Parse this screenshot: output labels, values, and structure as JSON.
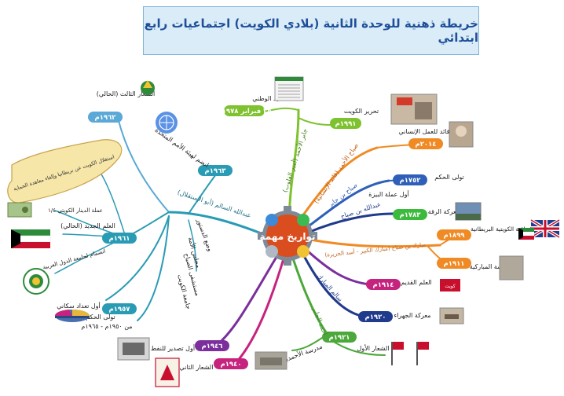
{
  "title": "خريطة ذهنية للوحدة الثانية (بلادي الكويت) اجتماعيات رابع ابتدائي",
  "center": "تواريخ مهمة",
  "branches": {
    "jaber_al_ahmad": "جابر الأحمد (أمير القلوب)",
    "national_anthem": "النشيد الوطني",
    "date_1978": "٢٥ فبراير ١٩٧٨م",
    "liberation": "تحرير الكويت",
    "year_1991a": "١٩٩١م",
    "sabah_al_ahmad": "صباح الأحمد (قائد الإنسانية)",
    "humanitarian_leader": "قائد للعمل الإنساني",
    "year_2014": "٢٠١٤م",
    "sabah_bin_jaber": "صباح بن جابر",
    "took_rule": "تولى الحكم",
    "year_1752": "١٧٥٢م",
    "abdullah_bin_sabah": "عبدالله بن صباح",
    "first_currency": "أول عملة البيزة",
    "battle_riqqa": "معركة الرقة",
    "year_1783": "١٧٨٣م",
    "mubarak": "مبارك بن صباح (مبارك الكبير - أسد الجزيرة)",
    "british_agreement": "الإتفاقية الكويتية البريطانية",
    "year_1899": "١٨٩٩م",
    "mubarakiya_school": "مدرسة المباركية",
    "year_1911": "١٩١١م",
    "old_flag": "العلم القديم",
    "year_1914": "١٩١٤م",
    "flag_word": "كويت",
    "salem_mubarak": "سالم المبارك",
    "battle_jahra": "معركة الجهراء",
    "year_1920": "١٩٢٠م",
    "ahmad_jaber": "أحمد الجابر",
    "year_1921": "١٩٢١م",
    "ahmadiya_school": "مدرسة الأحمدية",
    "first_emblem": "الشعار الأول",
    "year_1940": "١٩٤٠م",
    "second_emblem": "الشعار الثاني",
    "year_1946": "١٩٤٦م",
    "first_oil_export": "أول تصدير للنفط",
    "reign_years": "من ١٩٥٠م - ١٩٦٥م",
    "took_rule_2": "تولى الحكم",
    "first_census": "أول تعداد سكاني",
    "year_1957": "١٩٥٧م",
    "abdullah_salem": "عبدالله السالم (أبو الإستقلال)",
    "constitution": "وضع الدستور",
    "national_assembly": "مجلس الأمة",
    "kuwait_consumption": "مستشفى الصباح",
    "kuwait_university": "جامعة الكويت",
    "year_1961": "١٩٦١م",
    "new_flag": "العلم الجديد (الحالي)",
    "arab_league": "انضمام لجامعة الدول العربية",
    "kuwaiti_dinar": "عملة الدينار الكويتي ١/٤",
    "scroll_text": "استقلال الكويت عن بريطانيا وإلغاء معاهدة الحماية",
    "year_1963": "١٩٦٣م",
    "un_join": "انضم لهيئة الأمم المتحدة",
    "year_1962": "١٩٦٢م",
    "third_emblem": "الشعار الثالث (الحالي)"
  },
  "colors": {
    "title_text": "#1f4f9a",
    "title_bg": "#d9ecf7",
    "green": "#7ec22f",
    "orange": "#f08a24",
    "blue": "#2f5fb8",
    "dark_blue": "#203a8c",
    "purple": "#7a2f9c",
    "magenta": "#c6237e",
    "teal": "#2a9bb4",
    "light_blue": "#5aa9d6"
  }
}
